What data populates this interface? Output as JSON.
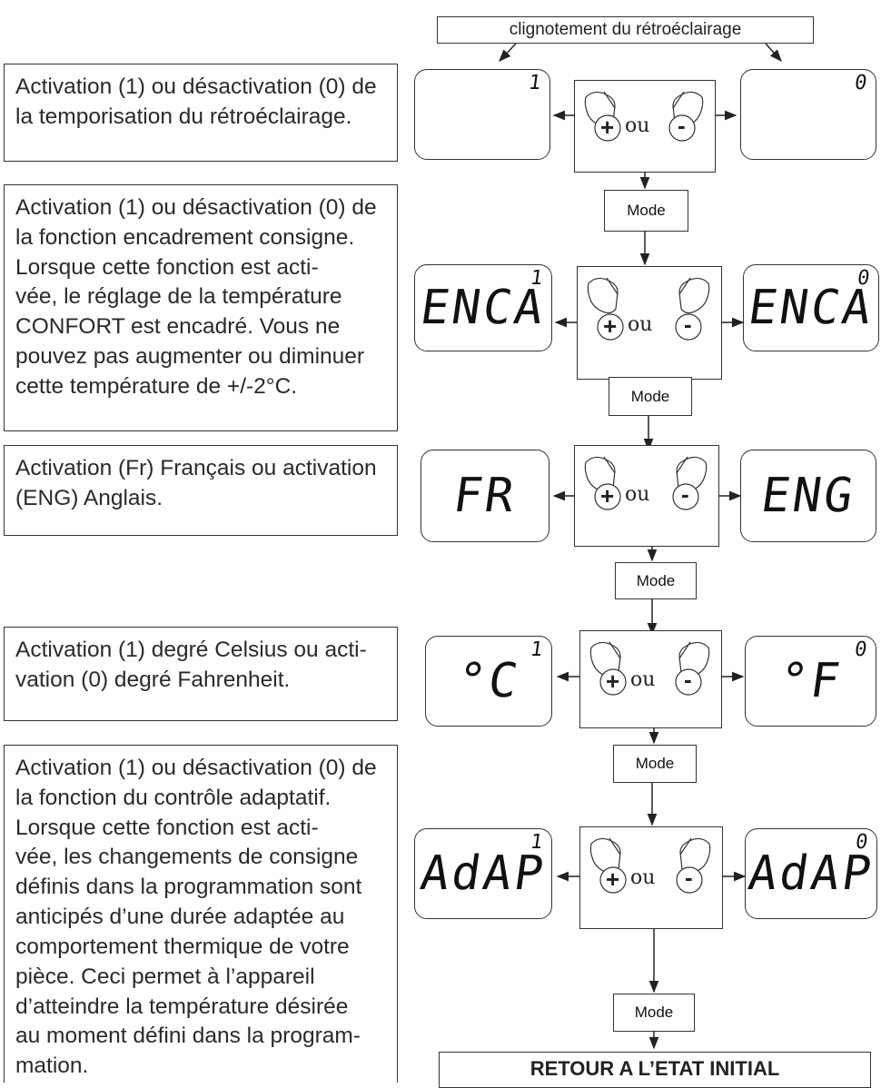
{
  "banner": "clignotement du rétroéclairage",
  "descriptions": [
    "Activation (1) ou désactivation (0) de\nla temporisation du rétroéclairage.",
    "Activation (1) ou désactivation (0) de\nla fonction encadrement consigne.\nLorsque cette fonction est acti-\nvée, le réglage de la température\nCONFORT est encadré. Vous ne\npouvez pas augmenter ou diminuer\ncette température de +/-2°C.",
    "Activation (Fr) Français ou activation\n(ENG) Anglais.",
    "Activation (1) degré Celsius ou acti-\nvation (0) degré Fahrenheit.",
    "Activation (1) ou désactivation (0) de\nla fonction du contrôle adaptatif.\nLorsque cette fonction est acti-\nvée, les changements de consigne\ndéfinis dans la programmation sont\nanticipés d’une durée adaptée au\ncomportement thermique de votre\npièce. Ceci permet à l’appareil\nd’atteindre la température désirée\nau moment défini dans la program-\nmation."
  ],
  "rows": [
    {
      "left": {
        "main": "",
        "small": "1"
      },
      "right": {
        "main": "",
        "small": "0"
      }
    },
    {
      "left": {
        "main": "ENCA",
        "small": "1"
      },
      "right": {
        "main": "ENCA",
        "small": "0"
      }
    },
    {
      "left": {
        "main": "FR",
        "small": ""
      },
      "right": {
        "main": "ENG",
        "small": ""
      }
    },
    {
      "left": {
        "main": "°C",
        "small": "1"
      },
      "right": {
        "main": "°F",
        "small": "0"
      }
    },
    {
      "left": {
        "main": "AdAP",
        "small": "1"
      },
      "right": {
        "main": "AdAP",
        "small": "0"
      }
    }
  ],
  "controls": {
    "plus": "+",
    "minus": "-",
    "or": "ou"
  },
  "mode_label": "Mode",
  "final": "RETOUR A L’ETAT INITIAL"
}
